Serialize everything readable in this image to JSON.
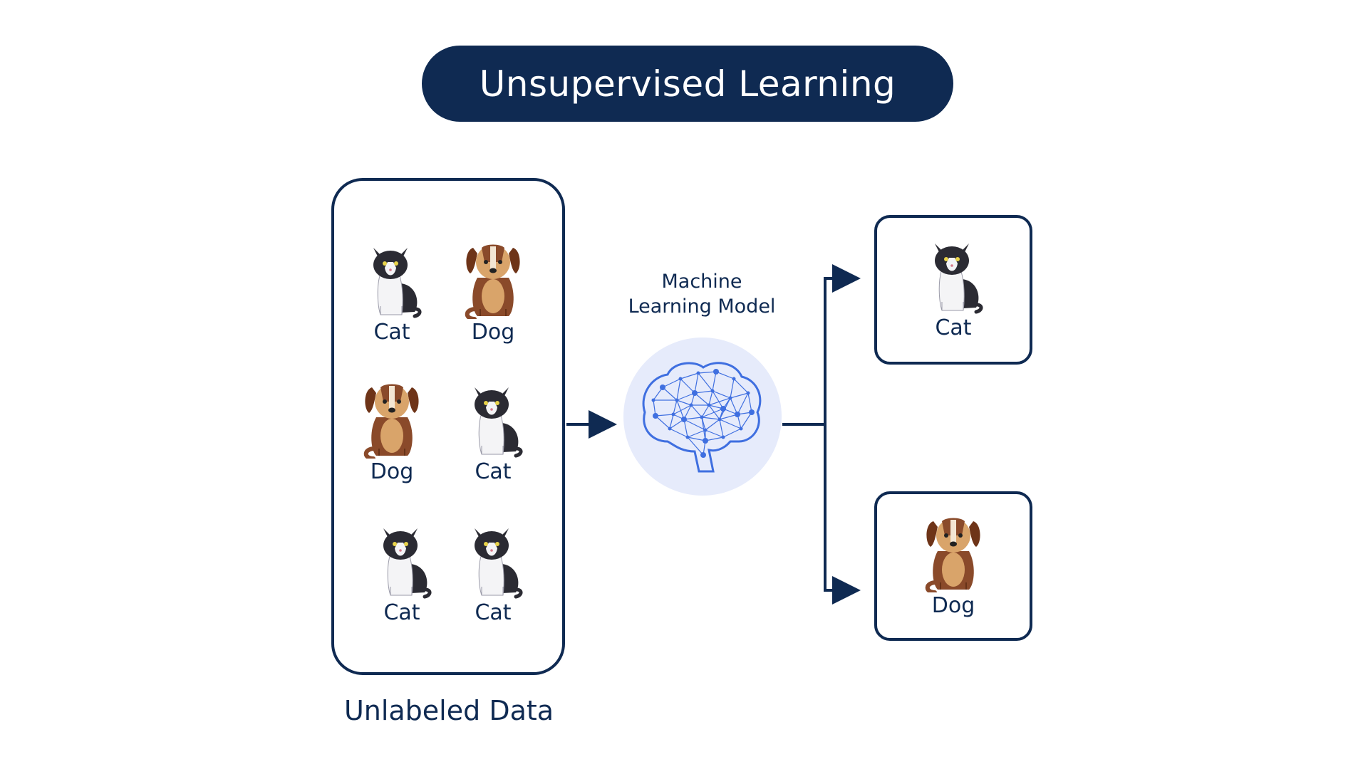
{
  "title": "Unsupervised Learning",
  "input": {
    "caption": "Unlabeled Data",
    "items": [
      {
        "label": "Cat",
        "icon": "cat-icon"
      },
      {
        "label": "Dog",
        "icon": "dog-icon"
      },
      {
        "label": "Dog",
        "icon": "dog-icon"
      },
      {
        "label": "Cat",
        "icon": "cat-icon"
      },
      {
        "label": "Cat",
        "icon": "cat-icon"
      },
      {
        "label": "Cat",
        "icon": "cat-icon"
      }
    ]
  },
  "model": {
    "line1": "Machine",
    "line2": "Learning Model",
    "icon": "brain-network-icon"
  },
  "outputs": [
    {
      "label": "Cat",
      "icon": "cat-icon"
    },
    {
      "label": "Dog",
      "icon": "dog-icon"
    }
  ],
  "colors": {
    "navy": "#0f2a52",
    "brain_blue": "#3f6fe0",
    "circle_bg": "#e6ebfb",
    "dog_brown": "#8a4a2a",
    "dog_tan": "#d9a46a"
  }
}
